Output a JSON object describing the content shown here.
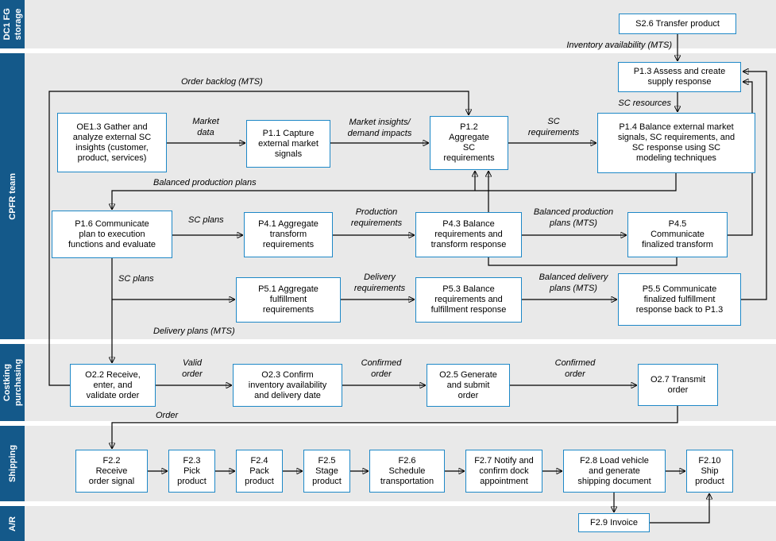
{
  "lanes": [
    {
      "label": "DC1 FG storage"
    },
    {
      "label": "CPFR team"
    },
    {
      "label": "Costking purchasing"
    },
    {
      "label": "Shipping"
    },
    {
      "label": "A/R"
    }
  ],
  "boxes": {
    "s26": {
      "text": "S2.6 Transfer product"
    },
    "p13": {
      "text": "P1.3 Assess and create\nsupply response"
    },
    "p14": {
      "text": "P1.4 Balance external market\nsignals, SC requirements, and\nSC response using SC\nmodeling techniques"
    },
    "oe13": {
      "text": "OE1.3 Gather and\nanalyze external SC\ninsights (customer,\nproduct, services)"
    },
    "p11": {
      "text": "P1.1 Capture\nexternal market\nsignals"
    },
    "p12": {
      "text": "P1.2\nAggregate\nSC\nrequirements"
    },
    "p16": {
      "text": "P1.6 Communicate\nplan to execution\nfunctions and evaluate"
    },
    "p41": {
      "text": "P4.1 Aggregate\ntransform\nrequirements"
    },
    "p43": {
      "text": "P4.3 Balance\nrequirements and\ntransform response"
    },
    "p45": {
      "text": "P4.5\nCommunicate\nfinalized transform"
    },
    "p51": {
      "text": "P5.1 Aggregate\nfulfillment\nrequirements"
    },
    "p53": {
      "text": "P5.3 Balance\nrequirements and\nfulfillment response"
    },
    "p55": {
      "text": "P5.5 Communicate\nfinalized fulfillment\nresponse back to P1.3"
    },
    "o22": {
      "text": "O2.2 Receive,\nenter, and\nvalidate order"
    },
    "o23": {
      "text": "O2.3 Confirm\ninventory availability\nand delivery date"
    },
    "o25": {
      "text": "O2.5 Generate\nand submit\norder"
    },
    "o27": {
      "text": "O2.7 Transmit\norder"
    },
    "f22": {
      "text": "F2.2\nReceive\norder signal"
    },
    "f23": {
      "text": "F2.3\nPick\nproduct"
    },
    "f24": {
      "text": "F2.4\nPack\nproduct"
    },
    "f25": {
      "text": "F2.5\nStage\nproduct"
    },
    "f26": {
      "text": "F2.6\nSchedule\ntransportation"
    },
    "f27": {
      "text": "F2.7 Notify and\nconfirm dock\nappointment"
    },
    "f28": {
      "text": "F2.8 Load vehicle\nand generate\nshipping document"
    },
    "f210": {
      "text": "F2.10\nShip\nproduct"
    },
    "f29": {
      "text": "F2.9 Invoice"
    }
  },
  "labels": {
    "inventory_availability": {
      "text": "Inventory availability (MTS)"
    },
    "sc_resources": {
      "text": "SC resources"
    },
    "market_data": {
      "text": "Market\ndata"
    },
    "market_insights": {
      "text": "Market insights/\ndemand impacts"
    },
    "sc_requirements": {
      "text": "SC\nrequirements"
    },
    "order_backlog": {
      "text": "Order backlog (MTS)"
    },
    "balanced_production_plans": {
      "text": "Balanced production plans"
    },
    "sc_plans_1": {
      "text": "SC plans"
    },
    "production_requirements": {
      "text": "Production\nrequirements"
    },
    "balanced_production_plans_mts": {
      "text": "Balanced production\nplans (MTS)"
    },
    "sc_plans_2": {
      "text": "SC plans"
    },
    "delivery_requirements": {
      "text": "Delivery\nrequirements"
    },
    "balanced_delivery_plans_mts": {
      "text": "Balanced delivery\nplans (MTS)"
    },
    "delivery_plans_mts": {
      "text": "Delivery plans (MTS)"
    },
    "valid_order": {
      "text": "Valid\norder"
    },
    "confirmed_order_1": {
      "text": "Confirmed\norder"
    },
    "confirmed_order_2": {
      "text": "Confirmed\norder"
    },
    "order": {
      "text": "Order"
    }
  },
  "colors": {
    "lane_bar": "#14598a",
    "lane_bg": "#e9e9e9",
    "box_border": "#1e88c7",
    "box_bg": "#ffffff",
    "connector": "#000000",
    "text": "#000000"
  }
}
